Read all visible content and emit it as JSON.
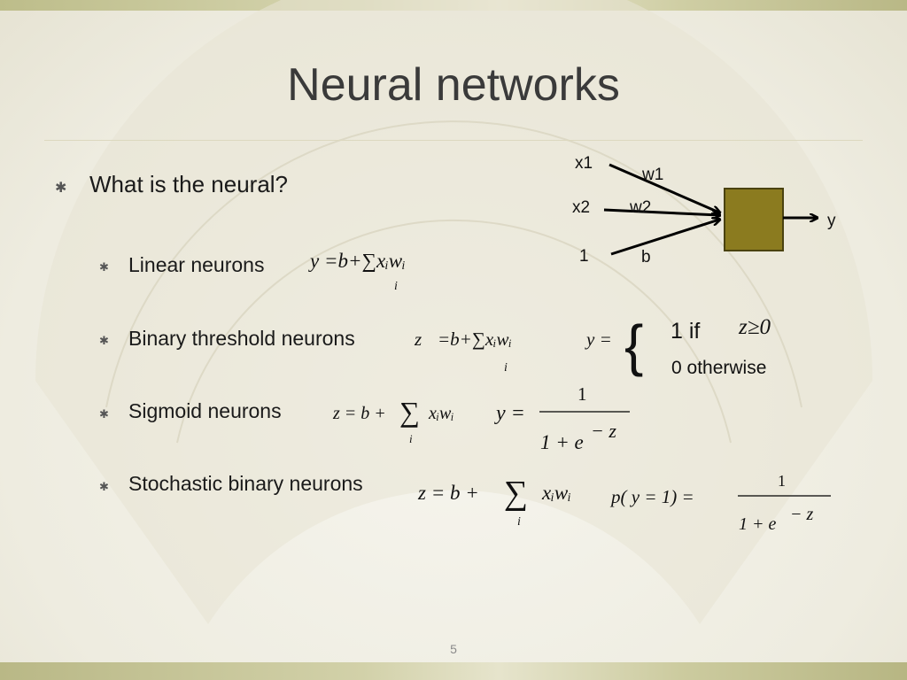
{
  "slide": {
    "title": "Neural networks",
    "page_number": "5",
    "bullet_glyph": "✱",
    "main_bullet": "What is the neural?",
    "sub_bullets": [
      "Linear neurons",
      "Binary threshold neurons",
      "Sigmoid neurons",
      "Stochastic binary neurons"
    ]
  },
  "diagram": {
    "inputs": [
      "x1",
      "x2",
      "1"
    ],
    "weights": [
      "w1",
      "w2",
      "b"
    ],
    "output": "y",
    "node_color": "#8b7b1f"
  },
  "formulas": {
    "linear": {
      "lhs": "y",
      "rhs": "=b+∑xᵢwᵢ",
      "sub": "i"
    },
    "binary": {
      "z_lhs": "z",
      "z_rhs": "=b+∑xᵢwᵢ",
      "sub": "i",
      "y_lhs": "y =",
      "case1": "1 if",
      "case1_cond": "z≥0",
      "case2": "0 otherwise"
    },
    "sigmoid": {
      "z_eq": "z = b +",
      "sum": "∑",
      "xw": "xᵢwᵢ",
      "sub": "i",
      "y_eq": "y =",
      "num": "1",
      "den": "1 + e",
      "exp": "− z"
    },
    "stochastic": {
      "z_eq": "z = b +",
      "sum": "∑",
      "xw": "xᵢwᵢ",
      "sub": "i",
      "p_eq": "p( y = 1) =",
      "num": "1",
      "den": "1 + e",
      "exp": "− z"
    }
  }
}
